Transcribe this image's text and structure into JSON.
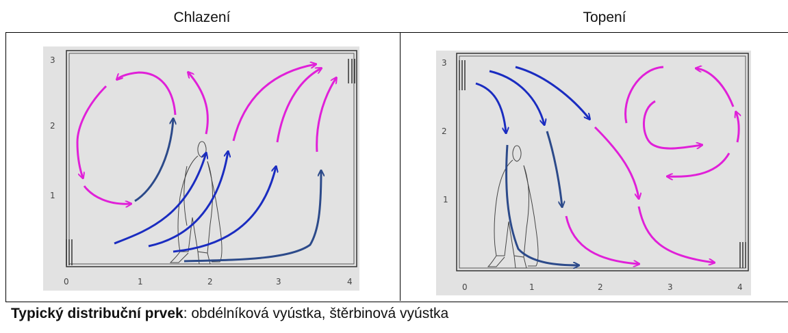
{
  "headers": {
    "left": "Chlazení",
    "right": "Topení"
  },
  "left_panel": {
    "y_ticks": [
      "3",
      "2",
      "1"
    ],
    "x_ticks": [
      "0",
      "1",
      "2",
      "3",
      "4"
    ]
  },
  "right_panel": {
    "y_ticks": [
      "3",
      "2",
      "1"
    ],
    "x_ticks": [
      "0",
      "1",
      "2",
      "3",
      "4"
    ]
  },
  "caption": {
    "bold": "Typický distribuční prvek",
    "rest": ": obdélníková vyústka, štěrbinová vyústka"
  },
  "colors": {
    "warm_flow": "#e020d8",
    "cool_flow": "#1a2cc0",
    "dark_flow": "#2c4a8a",
    "panel_bg": "#e2e2e2"
  }
}
